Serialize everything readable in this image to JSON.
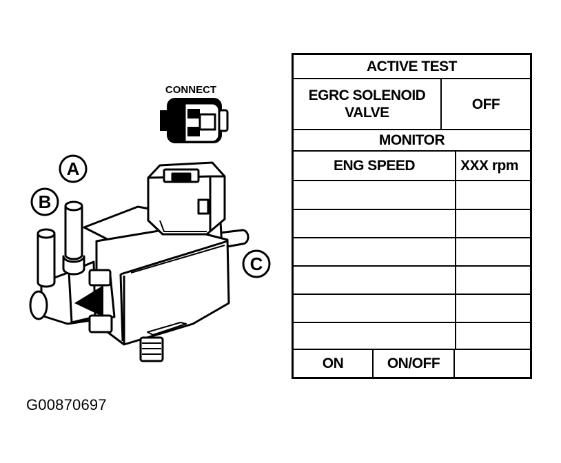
{
  "figure_id": "G00870697",
  "connector_label": "CONNECT",
  "callouts": {
    "a": "A",
    "b": "B",
    "c": "C"
  },
  "table": {
    "header": "ACTIVE TEST",
    "test_item": "EGRC SOLENOID VALVE",
    "test_value": "OFF",
    "monitor_header": "MONITOR",
    "monitor_item": "ENG SPEED",
    "monitor_value": "XXX rpm",
    "footer": [
      "ON",
      "ON/OFF",
      ""
    ]
  }
}
